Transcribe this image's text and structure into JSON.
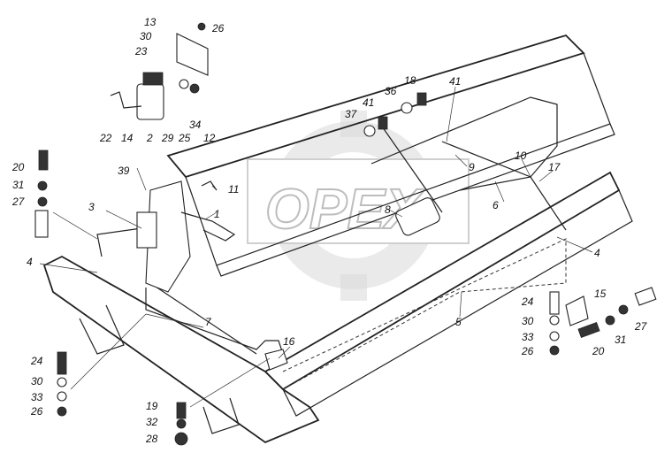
{
  "watermark": {
    "text": "OPEX"
  },
  "callouts": [
    {
      "id": "c13a",
      "text": "13"
    },
    {
      "id": "c26a",
      "text": "26"
    },
    {
      "id": "c30a",
      "text": "30"
    },
    {
      "id": "c23",
      "text": "23"
    },
    {
      "id": "c22",
      "text": "22"
    },
    {
      "id": "c14",
      "text": "14"
    },
    {
      "id": "c2",
      "text": "2"
    },
    {
      "id": "c29",
      "text": "29"
    },
    {
      "id": "c25",
      "text": "25"
    },
    {
      "id": "c34",
      "text": "34"
    },
    {
      "id": "c12",
      "text": "12"
    },
    {
      "id": "c18",
      "text": "18"
    },
    {
      "id": "c36",
      "text": "36"
    },
    {
      "id": "c41a",
      "text": "41"
    },
    {
      "id": "c37",
      "text": "37"
    },
    {
      "id": "c41b",
      "text": "41"
    },
    {
      "id": "c9",
      "text": "9"
    },
    {
      "id": "c10",
      "text": "10"
    },
    {
      "id": "c17",
      "text": "17"
    },
    {
      "id": "c6",
      "text": "6"
    },
    {
      "id": "c8",
      "text": "8"
    },
    {
      "id": "c39",
      "text": "39"
    },
    {
      "id": "c11",
      "text": "11"
    },
    {
      "id": "c1",
      "text": "1"
    },
    {
      "id": "c3",
      "text": "3"
    },
    {
      "id": "c20a",
      "text": "20"
    },
    {
      "id": "c31a",
      "text": "31"
    },
    {
      "id": "c27a",
      "text": "27"
    },
    {
      "id": "c4a",
      "text": "4"
    },
    {
      "id": "c4b",
      "text": "4"
    },
    {
      "id": "c5",
      "text": "5"
    },
    {
      "id": "c7",
      "text": "7"
    },
    {
      "id": "c15",
      "text": "15"
    },
    {
      "id": "c24a",
      "text": "24"
    },
    {
      "id": "c30b",
      "text": "30"
    },
    {
      "id": "c33a",
      "text": "33"
    },
    {
      "id": "c26b",
      "text": "26"
    },
    {
      "id": "c27b",
      "text": "27"
    },
    {
      "id": "c31b",
      "text": "31"
    },
    {
      "id": "c20b",
      "text": "20"
    },
    {
      "id": "c16",
      "text": "16"
    },
    {
      "id": "c24b",
      "text": "24"
    },
    {
      "id": "c30c",
      "text": "30"
    },
    {
      "id": "c33b",
      "text": "33"
    },
    {
      "id": "c26c",
      "text": "26"
    },
    {
      "id": "c19",
      "text": "19"
    },
    {
      "id": "c32",
      "text": "32"
    },
    {
      "id": "c28",
      "text": "28"
    }
  ]
}
